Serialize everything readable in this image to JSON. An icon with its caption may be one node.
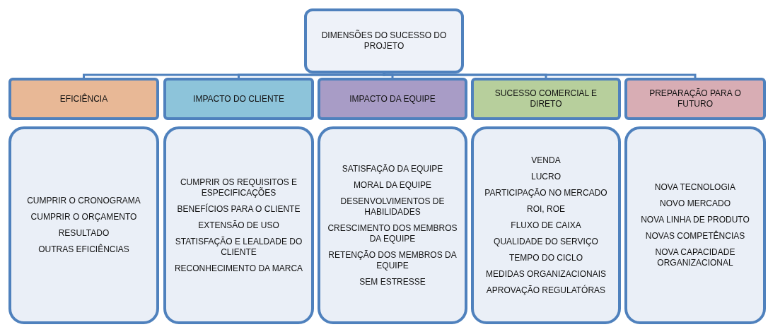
{
  "diagram": {
    "nodes": [
      {
        "text": [
          "DIMENSÕES DO SUCESSO DO PROJETO"
        ]
      },
      {
        "text": [
          "EFICIÊNCIA"
        ]
      },
      {
        "text": [
          "IMPACTO DO CLIENTE"
        ]
      },
      {
        "text": [
          "IMPACTO DA EQUIPE"
        ]
      },
      {
        "text": [
          "SUCESSO COMERCIAL E DIRETO"
        ]
      },
      {
        "text": [
          "PREPARAÇÃO PARA O FUTURO"
        ]
      },
      {
        "text": [
          "CUMPRIR O CRONOGRAMA",
          "CUMPRIR O ORÇAMENTO",
          "RESULTADO",
          "OUTRAS EFICIÊNCIAS"
        ]
      },
      {
        "text": [
          "CUMPRIR OS REQUISITOS E ESPECIFICAÇÕES",
          "BENEFÍCIOS PARA O CLIENTE",
          "EXTENSÃO DE USO",
          "STATISFAÇÃO E  LEALDADE DO CLIENTE",
          "RECONHECIMENTO DA MARCA"
        ]
      },
      {
        "text": [
          "SATISFAÇÃO DA EQUIPE",
          "MORAL DA EQUIPE",
          "DESENVOLVIMENTOS DE HABILIDADES",
          "CRESCIMENTO DOS MEMBROS DA EQUIPE",
          "RETENÇÃO DOS MEMBROS DA EQUIPE",
          "SEM ESTRESSE"
        ]
      },
      {
        "text": [
          "VENDA",
          "LUCRO",
          "PARTICIPAÇÃO NO MERCADO",
          "ROI, ROE",
          "FLUXO DE CAIXA",
          "QUALIDADE DO SERVIÇO",
          "TEMPO DO CICLO",
          "MEDIDAS ORGANIZACIONAIS",
          "APROVAÇÃO REGULATÓRAS"
        ]
      },
      {
        "text": [
          "NOVA TECNOLOGIA",
          "NOVO MERCADO",
          "NOVA LINHA DE PRODUTO",
          "NOVAS COMPETÊNCIAS",
          "NOVA CAPACIDADE ORGANIZACIONAL"
        ]
      }
    ],
    "edges": [
      {
        "from": 0,
        "to": 1,
        "arrow": "none"
      },
      {
        "from": 0,
        "to": 2,
        "arrow": "none"
      },
      {
        "from": 0,
        "to": 3,
        "arrow": "none"
      },
      {
        "from": 0,
        "to": 4,
        "arrow": "none"
      },
      {
        "from": 0,
        "to": 5,
        "arrow": "none"
      }
    ]
  }
}
